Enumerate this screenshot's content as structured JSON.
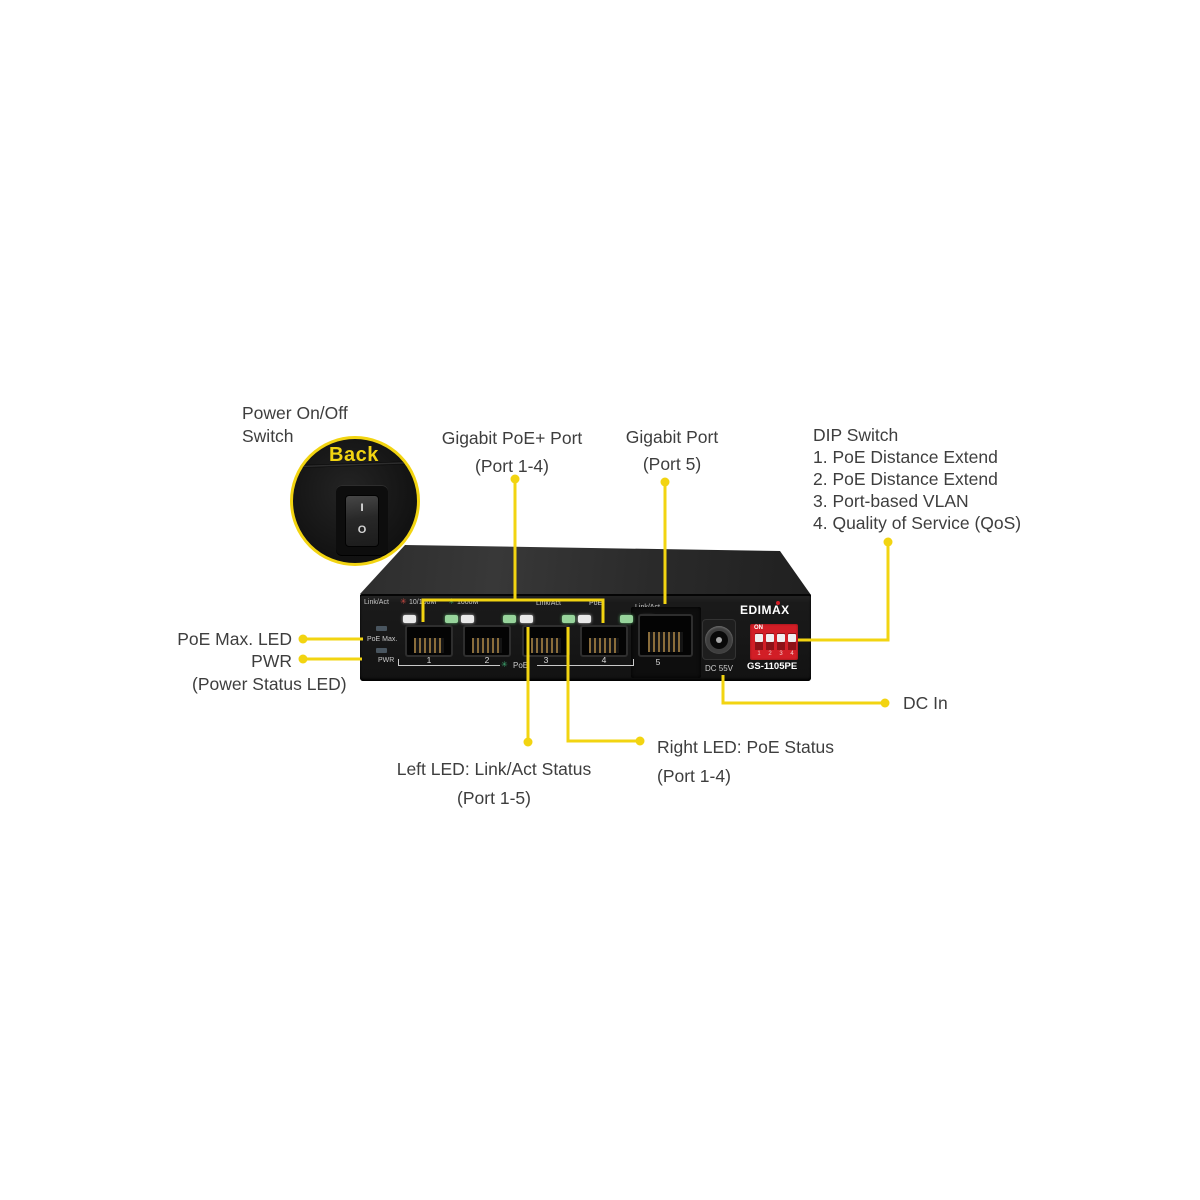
{
  "annotations": {
    "power_switch": {
      "line1": "Power On/Off",
      "line2": "Switch"
    },
    "back_label": "Back",
    "rocker": {
      "on": "I",
      "off": "O"
    },
    "poe_plus_port": {
      "line1": "Gigabit PoE+ Port",
      "line2": "(Port 1-4)"
    },
    "gigabit_port": {
      "line1": "Gigabit Port",
      "line2": "(Port 5)"
    },
    "dip": {
      "title": "DIP Switch",
      "items": [
        "1. PoE Distance Extend",
        "2. PoE Distance Extend",
        "3. Port-based VLAN",
        "4. Quality of Service (QoS)"
      ]
    },
    "poe_max_led": "PoE Max. LED",
    "pwr": "PWR",
    "power_status": "(Power Status LED)",
    "left_led": {
      "line1": "Left LED: Link/Act Status",
      "line2": "(Port 1-5)"
    },
    "right_led": {
      "line1": "Right LED: PoE Status",
      "line2": "(Port 1-4)"
    },
    "dc_in": "DC In"
  },
  "device": {
    "brand": "EDIMAX",
    "model": "GS-1105PE",
    "asterisk": "✳",
    "header": {
      "link_act": "Link/Act",
      "speed_fast": "10/100M",
      "speed_gig": "1000M",
      "link_act_mid": "Link/Act",
      "poe": "PoE",
      "link_act_5": "Link/Act"
    },
    "left_panel": {
      "poe_max": "PoE Max.",
      "pwr": "PWR"
    },
    "ports": [
      "1",
      "2",
      "3",
      "4",
      "5"
    ],
    "poe_group": "PoE",
    "power": {
      "dc_label": "DC 55V"
    },
    "dip": {
      "on": "ON",
      "numbers": [
        "1",
        "2",
        "3",
        "4"
      ]
    }
  },
  "colors": {
    "accent_yellow": "#f2d411",
    "dip_red": "#d21e26",
    "led_green": "#97d49b",
    "led_white": "#e9e9e9",
    "asterisk_red": "#cf4a42",
    "asterisk_green": "#3fae74",
    "annotation_text": "#3e3e3e"
  }
}
